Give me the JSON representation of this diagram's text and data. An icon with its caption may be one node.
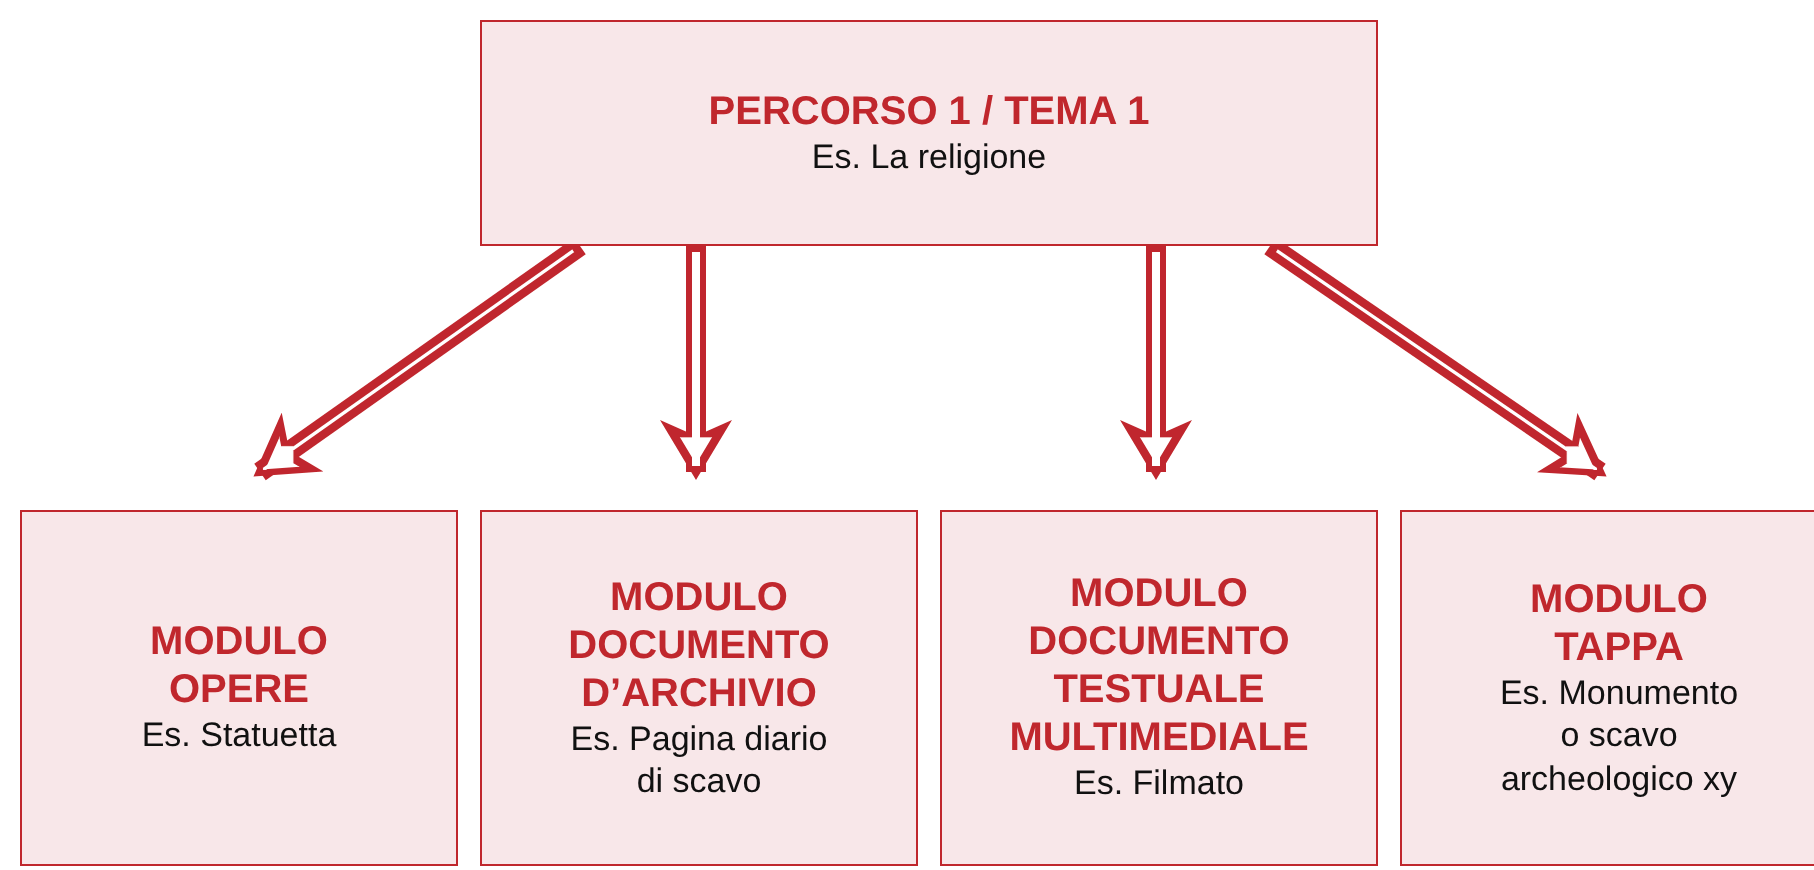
{
  "diagram": {
    "nodes": [
      {
        "text": [
          "PERCORSO 1 / TEMA 1",
          "Es. La religione"
        ]
      },
      {
        "text": [
          "MODULO OPERE",
          "Es. Statuetta"
        ]
      },
      {
        "text": [
          "MODULO DOCUMENTO D’ARCHIVIO",
          "Es. Pagina diario di scavo"
        ]
      },
      {
        "text": [
          "MODULO DOCUMENTO TESTUALE MULTIMEDIALE",
          "Es. Filmato"
        ]
      },
      {
        "text": [
          "MODULO TAPPA",
          "Es. Monumento o scavo archeologico xy"
        ]
      }
    ],
    "edges": [
      {
        "from": 0,
        "to": 1,
        "arrow": "to"
      },
      {
        "from": 0,
        "to": 2,
        "arrow": "to"
      },
      {
        "from": 0,
        "to": 3,
        "arrow": "to"
      },
      {
        "from": 0,
        "to": 4,
        "arrow": "to"
      }
    ]
  }
}
